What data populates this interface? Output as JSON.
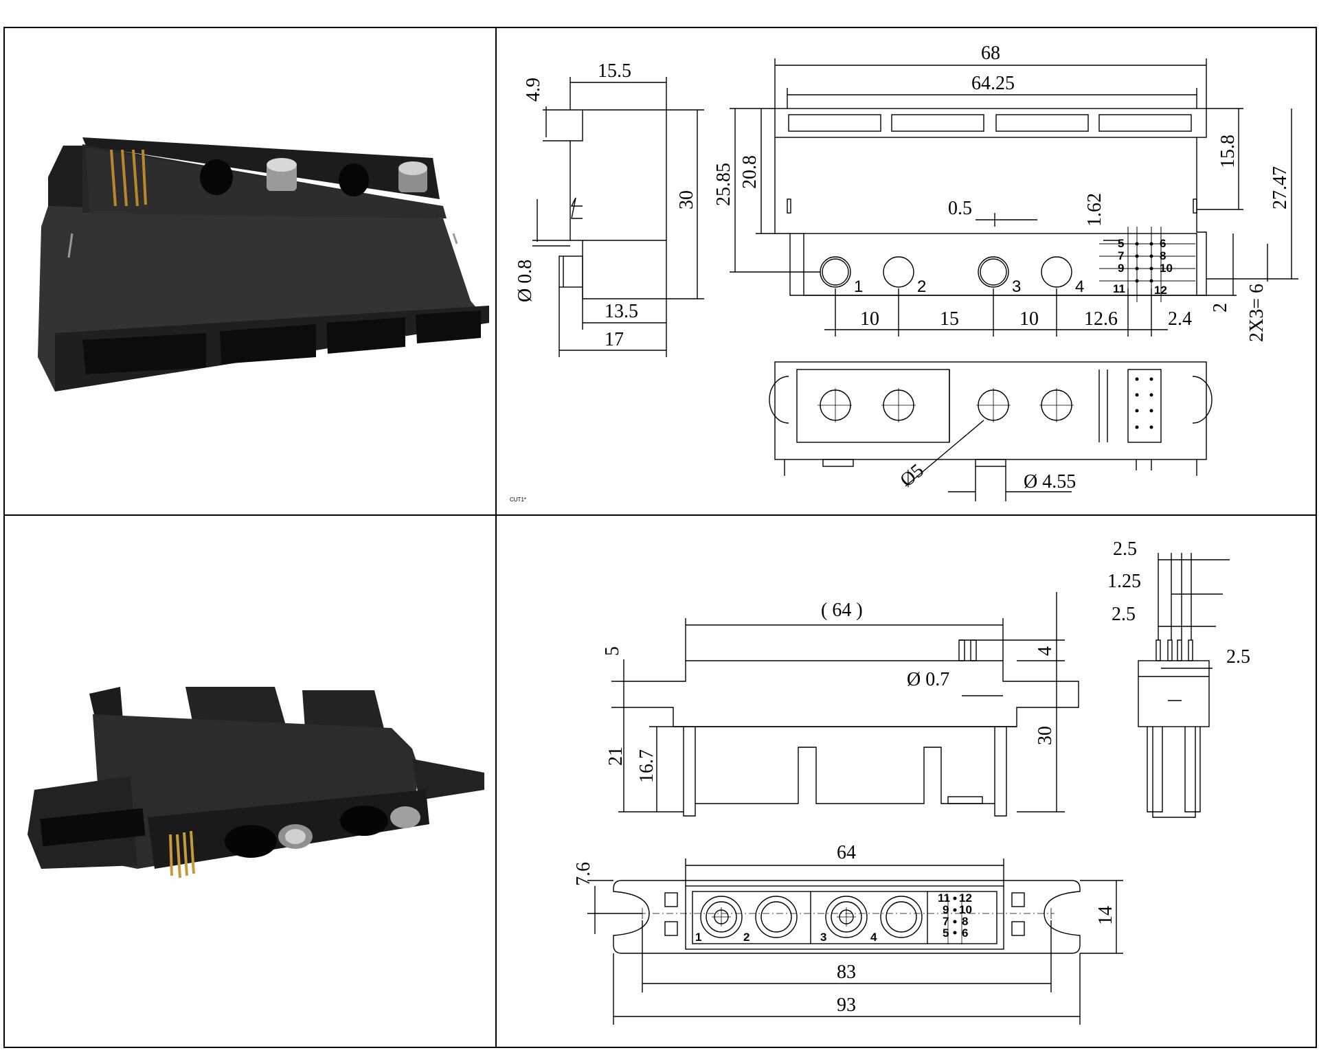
{
  "dimensions": {
    "top_side": {
      "d4_9": "4.9",
      "d15_5": "15.5",
      "d30": "30",
      "d13_5": "13.5",
      "d17": "17",
      "d0_8": "Ø 0.8"
    },
    "top_front": {
      "d68": "68",
      "d64_25": "64.25",
      "d25_85": "25.85",
      "d20_8": "20.8",
      "d0_5": "0.5",
      "d1_62": "1.62",
      "d15_8": "15.8",
      "d27_47": "27.47",
      "d10a": "10",
      "d15": "15",
      "d10b": "10",
      "d12_6": "12.6",
      "d2_4": "2.4",
      "d2": "2",
      "d2x3_6": "2X3= 6"
    },
    "top_bottom": {
      "d5": "Ø5",
      "d4_55": "Ø 4.55"
    },
    "bottom_front": {
      "d64": "( 64 )",
      "d5": "5",
      "d4": "4",
      "d0_7": "Ø 0.7",
      "d21": "21",
      "d16_7": "16.7",
      "d30": "30"
    },
    "bottom_side": {
      "d2_5a": "2.5",
      "d1_25": "1.25",
      "d2_5b": "2.5",
      "d2_5c": "2.5"
    },
    "bottom_plan": {
      "d64": "64",
      "d7_6": "7.6",
      "d14": "14",
      "d83": "83",
      "d93": "93"
    }
  },
  "pins": {
    "power": [
      "1",
      "2",
      "3",
      "4"
    ],
    "signal_top": [
      "5",
      "6",
      "7",
      "8",
      "9",
      "10",
      "11",
      "12"
    ],
    "signal_bottom": [
      "11",
      "12",
      "9",
      "10",
      "7",
      "8",
      "5",
      "6"
    ]
  },
  "stamp": "CUT1*"
}
